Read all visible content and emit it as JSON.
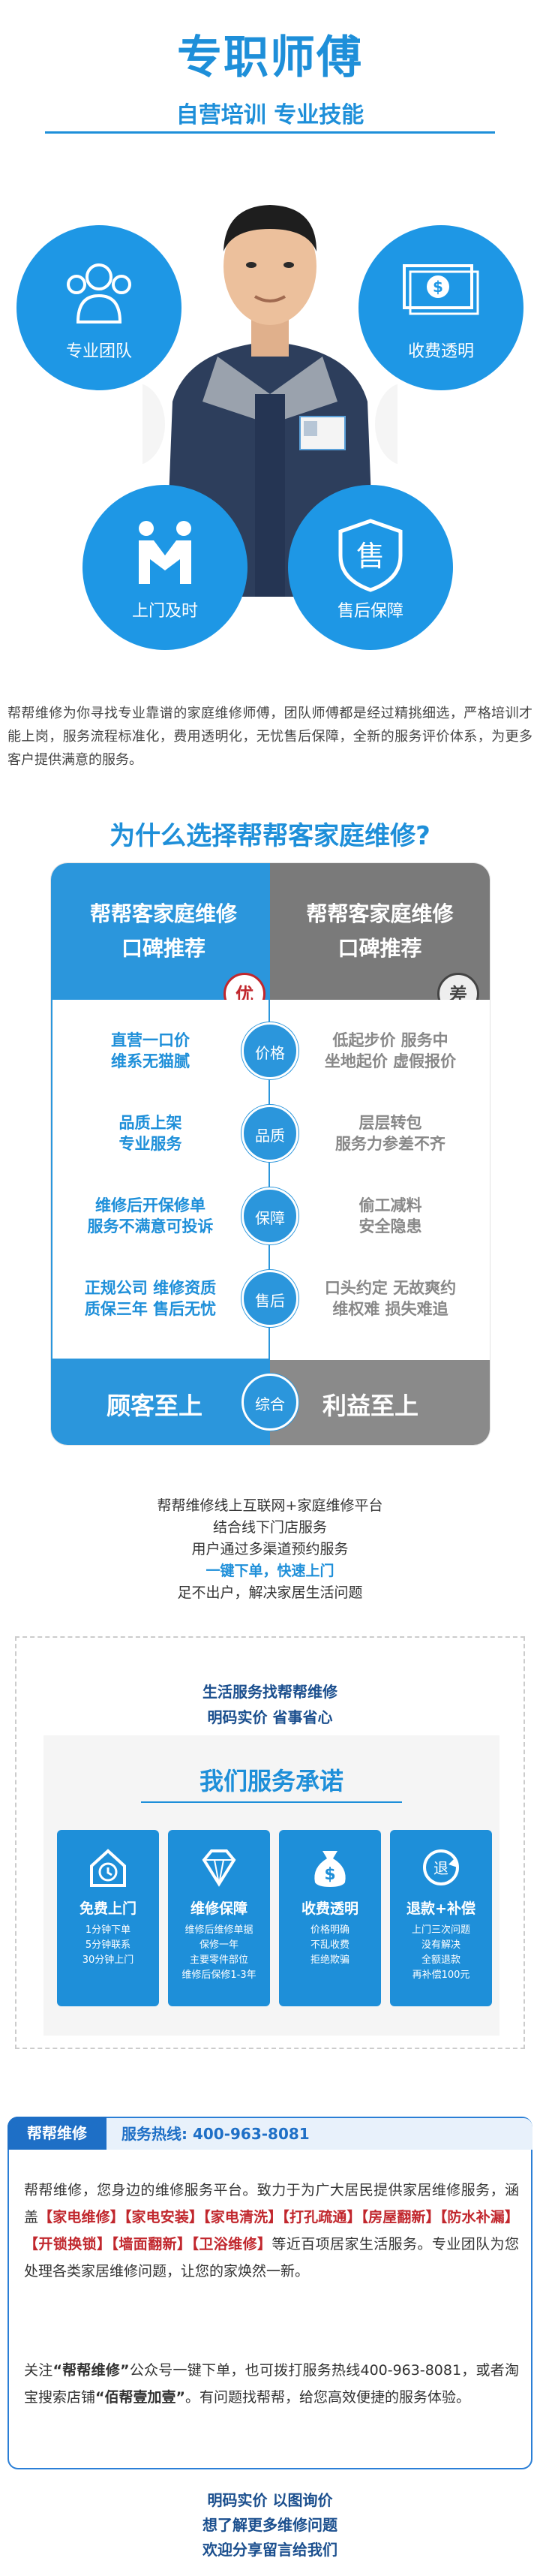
{
  "hero": {
    "title": "专职师傅",
    "subtitle": "自营培训   专业技能",
    "circles": [
      {
        "label": "专业团队",
        "icon": "team-icon"
      },
      {
        "label": "收费透明",
        "icon": "money-icon"
      },
      {
        "label": "上门及时",
        "icon": "handshake-icon"
      },
      {
        "label": "售后保障",
        "icon": "shield-icon"
      }
    ]
  },
  "intro": "帮帮维修为你寻找专业靠谱的家庭维修师傅，团队师傅都是经过精挑细选，严格培训才能上岗，服务流程标准化，费用透明化，无忧售后保障，全新的服务评价体系，为更多客户提供满意的服务。",
  "compare": {
    "title_a": "为什么选择",
    "title_b": "帮帮客家庭维修?",
    "left_head_1": "帮帮客家庭维修",
    "left_head_2": "口碑推荐",
    "left_seal": "优",
    "right_head_1": "帮帮客家庭维修",
    "right_head_2": "口碑推荐",
    "right_seal": "差",
    "rows": [
      {
        "left": [
          "直营一口价",
          "维系无猫腻"
        ],
        "mid": "价格",
        "right": [
          "低起步价 服务中",
          "坐地起价  虚假报价"
        ]
      },
      {
        "left": [
          "品质上架",
          "专业服务"
        ],
        "mid": "品质",
        "right": [
          "层层转包",
          "服务力参差不齐"
        ]
      },
      {
        "left": [
          "维修后开保修单",
          "服务不满意可投诉"
        ],
        "mid": "保障",
        "right": [
          "偷工减料",
          "安全隐患"
        ]
      },
      {
        "left": [
          "正规公司 维修资质",
          "质保三年  售后无忧"
        ],
        "mid": "售后",
        "right": [
          "口头约定 无故爽约",
          "维权难  损失难追"
        ]
      }
    ],
    "foot_left": "顾客至上",
    "foot_mid": "综合",
    "foot_right": "利益至上"
  },
  "platform": {
    "l1": "帮帮维修线上互联网+家庭维修平台",
    "l2": "结合线下门店服务",
    "l3": "用户通过多渠道预约服务",
    "l4": "一键下单，快速上门",
    "l5": "足不出户，解决家居生活问题"
  },
  "service": {
    "line1": "生活服务找帮帮维修",
    "line2": "明码实价  省事省心",
    "title": "我们服务承诺",
    "cards": [
      {
        "icon": "clock-house-icon",
        "title": "免费上门",
        "desc": [
          "1分钟下单",
          "5分钟联系",
          "30分钟上门"
        ]
      },
      {
        "icon": "diamond-icon",
        "title": "维修保障",
        "desc": [
          "维修后维修单据",
          "保修一年",
          "主要零件部位",
          "维修后保修1-3年"
        ]
      },
      {
        "icon": "coin-bag-icon",
        "title": "收费透明",
        "desc": [
          "价格明确",
          "不乱收费",
          "拒绝欺骗"
        ]
      },
      {
        "icon": "refund-icon",
        "title": "退款+补偿",
        "desc": [
          "上门三次问题",
          "没有解决",
          "全额退款",
          "再补偿100元"
        ]
      }
    ]
  },
  "about": {
    "tag": "帮帮维修",
    "hotline_label": "服务热线: 400-963-8081",
    "p1_a": "帮帮维修，您身边的维修服务平台。致力于为广大居民提供家居维修服务，涵盖",
    "p1_tags": [
      "【家电维修】",
      "【家电安装】",
      "【家电清洗】",
      "【打孔疏通】",
      "【房屋翻新】",
      "【防水补漏】",
      "【开锁换锁】",
      "【墙面翻新】",
      "【卫浴维修】"
    ],
    "p1_b": "等近百项居家生活服务。专业团队为您处理各类家居维修问题，让您的家焕然一新。",
    "p2_a": "关注",
    "p2_b": "“帮帮维修”",
    "p2_c": "公众号一键下单，也可拨打服务热线400-963-8081，或者淘宝搜索店铺",
    "p2_d": "“佰帮壹加壹”",
    "p2_e": "。有问题找帮帮，给您高效便捷的服务体验。"
  },
  "ending": [
    "明码实价  以图询价",
    "想了解更多维修问题",
    "欢迎分享留言给我们"
  ]
}
